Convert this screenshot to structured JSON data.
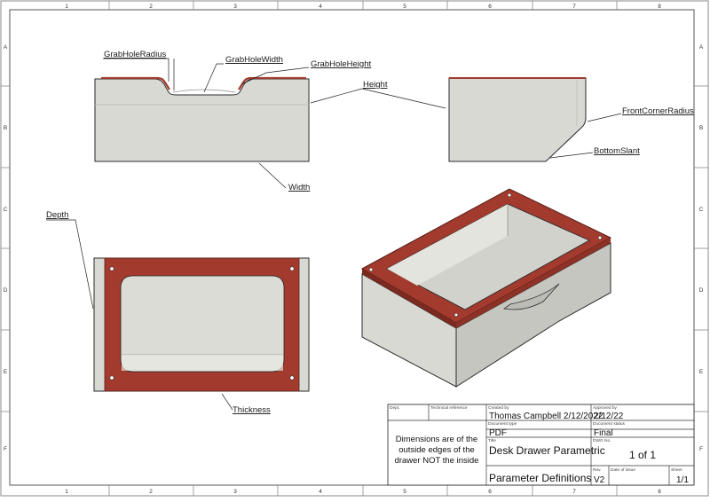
{
  "labels": {
    "grab_hole_radius": "GrabHoleRadius",
    "grab_hole_width": "GrabHoleWidth",
    "grab_hole_height": "GrabHoleHeight",
    "height": "Height",
    "front_corner_radius": "FrontCornerRadius",
    "bottom_slant": "BottomSlant",
    "width": "Width",
    "depth": "Depth",
    "thickness": "Thickness"
  },
  "zones": {
    "columns": [
      "1",
      "2",
      "3",
      "4",
      "5",
      "6",
      "7",
      "8"
    ],
    "rows": [
      "A",
      "B",
      "C",
      "D",
      "E",
      "F"
    ]
  },
  "title_block": {
    "dept_label": "Dept.",
    "tech_ref_label": "Technical reference",
    "created_by_label": "Created by",
    "created_by": "Thomas Campbell 2/12/2022",
    "approved_by_label": "Approved by",
    "approved_by": "2/12/22",
    "doc_type_label": "Document type",
    "doc_type": "PDF",
    "doc_status_label": "Document status",
    "doc_status": "Final",
    "title_label": "Title",
    "title_line1": "Desk Drawer Parametric",
    "title_line2": "Parameter Definitions",
    "dwg_no_label": "DWG No.",
    "dwg_no": "1 of 1",
    "rev_label": "Rev.",
    "rev": "V2",
    "date_label": "Date of issue",
    "sheet_label": "Sheet",
    "sheet": "1/1",
    "note_line1": "Dimensions are of the",
    "note_line2": "outside edges of the",
    "note_line3": "drawer NOT the inside"
  },
  "colors": {
    "body": "#d9d9d4",
    "body_shade": "#c6c6c0",
    "rim": "#a23a2e",
    "rim_dark": "#7c2a20",
    "line": "#2a2a2a"
  }
}
